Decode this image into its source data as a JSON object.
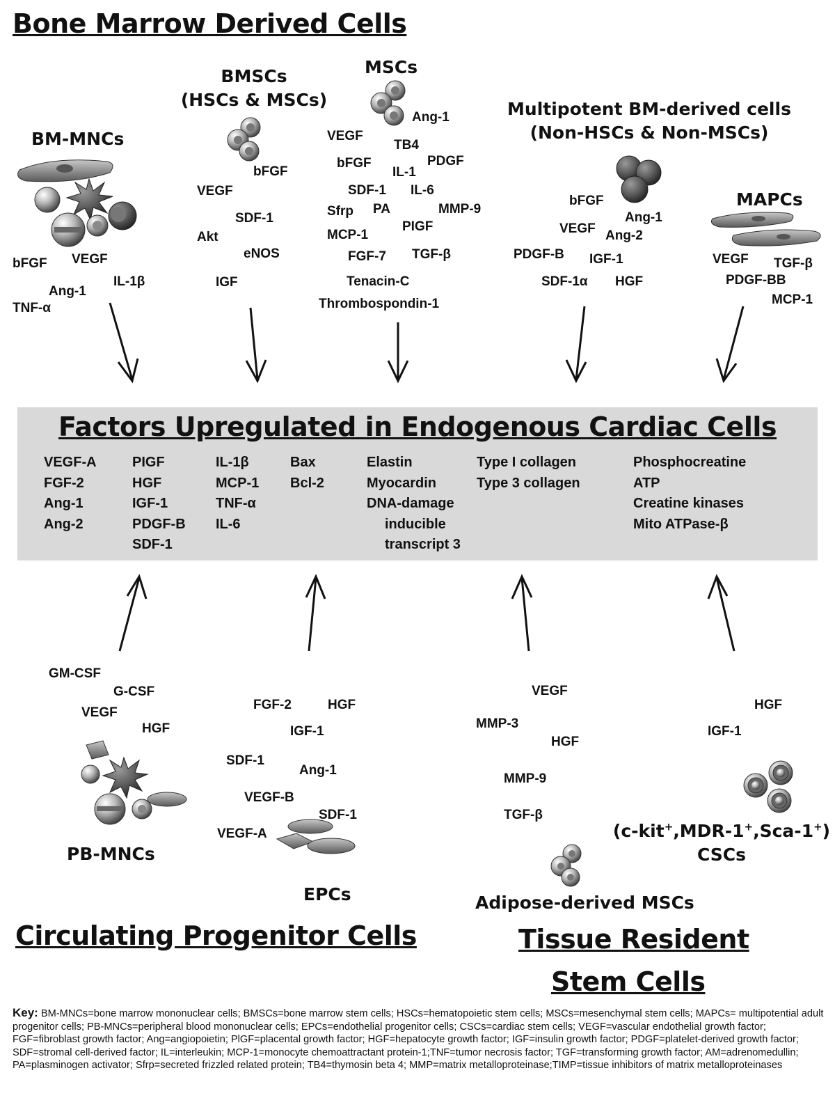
{
  "headings": {
    "bone_marrow": "Bone Marrow Derived Cells",
    "circulating": "Circulating Progenitor Cells",
    "tissue_resident": "Tissue Resident Stem Cells",
    "tissue_resident_line1": "Tissue Resident",
    "tissue_resident_line2": "Stem Cells"
  },
  "top_groups": {
    "bm_mncs": {
      "title": "BM-MNCs",
      "factors": [
        "bFGF",
        "VEGF",
        "IL-1β",
        "Ang-1",
        "TNF-α"
      ]
    },
    "bmscs": {
      "title_line1": "BMSCs",
      "title_line2": "(HSCs & MSCs)",
      "factors": [
        "bFGF",
        "VEGF",
        "SDF-1",
        "Akt",
        "eNOS",
        "IGF"
      ]
    },
    "mscs": {
      "title": "MSCs",
      "factors": [
        "Ang-1",
        "VEGF",
        "TB4",
        "PDGF",
        "bFGF",
        "IL-1",
        "SDF-1",
        "IL-6",
        "Sfrp",
        "PA",
        "MMP-9",
        "PIGF",
        "MCP-1",
        "FGF-7",
        "TGF-β",
        "Tenacin-C",
        "Thrombospondin-1"
      ]
    },
    "multipotent": {
      "title_line1": "Multipotent BM-derived cells",
      "title_line2": "(Non-HSCs & Non-MSCs)",
      "factors": [
        "bFGF",
        "Ang-1",
        "VEGF",
        "Ang-2",
        "PDGF-B",
        "IGF-1",
        "SDF-1α",
        "HGF"
      ]
    },
    "mapcs": {
      "title": "MAPCs",
      "factors": [
        "VEGF",
        "TGF-β",
        "PDGF-BB",
        "MCP-1"
      ]
    }
  },
  "center": {
    "title": "Factors Upregulated in Endogenous Cardiac Cells",
    "columns": [
      [
        "VEGF-A",
        "FGF-2",
        "Ang-1",
        "Ang-2"
      ],
      [
        "PIGF",
        "HGF",
        "IGF-1",
        "PDGF-B",
        "SDF-1"
      ],
      [
        "IL-1β",
        "MCP-1",
        "TNF-α",
        "IL-6"
      ],
      [
        "Bax",
        "Bcl-2"
      ],
      [
        "Elastin",
        "Myocardin",
        "DNA-damage",
        "inducible",
        "transcript 3"
      ],
      [
        "Type I collagen",
        "Type 3 collagen"
      ],
      [
        "Phosphocreatine",
        "ATP",
        "Creatine kinases",
        "Mito ATPase-β"
      ]
    ]
  },
  "bottom_groups": {
    "pb_mncs": {
      "title": "PB-MNCs",
      "factors": [
        "GM-CSF",
        "G-CSF",
        "VEGF",
        "HGF"
      ]
    },
    "epcs": {
      "title": "EPCs",
      "factors": [
        "FGF-2",
        "HGF",
        "IGF-1",
        "SDF-1",
        "Ang-1",
        "VEGF-B",
        "SDF-1",
        "VEGF-A"
      ]
    },
    "adipose": {
      "title": "Adipose-derived MSCs",
      "factors": [
        "VEGF",
        "MMP-3",
        "HGF",
        "MMP-9",
        "TGF-β"
      ]
    },
    "cscs": {
      "title_line1": "(c-kit+,MDR-1+,Sca-1+)",
      "title_line2": "CSCs",
      "factors": [
        "HGF",
        "IGF-1"
      ]
    }
  },
  "key": {
    "label": "Key:",
    "text": "BM-MNCs=bone marrow mononuclear cells; BMSCs=bone marrow stem cells; HSCs=hematopoietic stem cells; MSCs=mesenchymal stem cells; MAPCs= multipotential adult progenitor cells; PB-MNCs=peripheral blood mononuclear cells; EPCs=endothelial progenitor cells; CSCs=cardiac stem cells; VEGF=vascular endothelial growth factor; FGF=fibroblast growth factor; Ang=angiopoietin; PlGF=placental growth factor; HGF=hepatocyte growth factor; IGF=insulin growth factor; PDGF=platelet-derived growth factor; SDF=stromal cell-derived factor; IL=interleukin; MCP-1=monocyte chemoattractant protein-1;TNF=tumor necrosis factor; TGF=transforming growth factor; AM=adrenomedullin; PA=plasminogen activator; Sfrp=secreted frizzled related protein; TB4=thymosin beta 4; MMP=matrix metalloproteinase;TIMP=tissue inhibitors of matrix metalloproteinases"
  },
  "colors": {
    "center_box": "#d9d9d9",
    "text": "#111111",
    "cell_dark": "#555555",
    "cell_light": "#bdbdbd"
  }
}
